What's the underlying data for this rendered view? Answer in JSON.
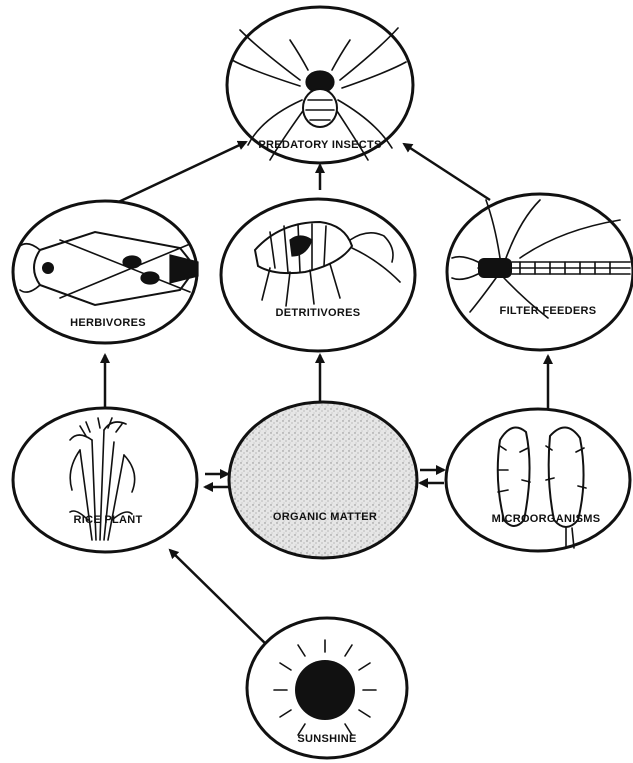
{
  "nodes": {
    "predators": {
      "label": "PREDATORY INSECTS"
    },
    "herbivores": {
      "label": "HERBIVORES"
    },
    "detritivores": {
      "label": "DETRITIVORES"
    },
    "filter_feeders": {
      "label": "FILTER FEEDERS"
    },
    "rice_plant": {
      "label": "RICE PLANT"
    },
    "organic_matter": {
      "label": "ORGANIC MATTER"
    },
    "microorganisms": {
      "label": "MICROORGANISMS"
    },
    "sunshine": {
      "label": "SUNSHINE"
    }
  },
  "colors": {
    "ink": "#111111",
    "background": "#ffffff",
    "stipple": "#9a9a9a"
  },
  "icons": [
    "spider-icon",
    "bug-icon",
    "springtail-icon",
    "mosquito-icon",
    "plant-icon",
    "protozoa-icon",
    "sun-icon"
  ]
}
